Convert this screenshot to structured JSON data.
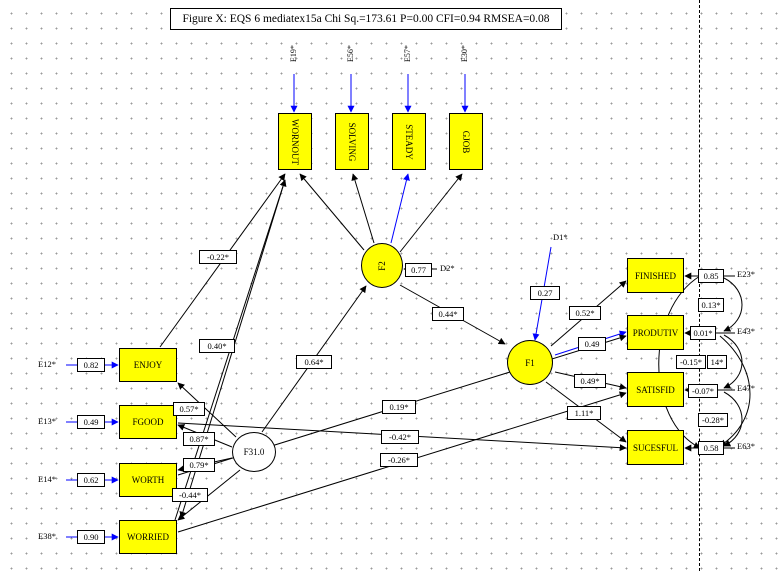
{
  "title": "Figure X: EQS 6 mediatex15a Chi Sq.=173.61 P=0.00 CFI=0.94 RMSEA=0.08",
  "colors": {
    "node_fill": "#ffff00",
    "error_arrow": "#0000ff",
    "path": "#000000"
  },
  "left_vars": [
    {
      "name": "ENJOY",
      "error": "E12*",
      "loading": "0.82"
    },
    {
      "name": "FGOOD",
      "error": "E13*",
      "loading": "0.49"
    },
    {
      "name": "WORTH",
      "error": "E14*",
      "loading": "0.62"
    },
    {
      "name": "WORRIED",
      "error": "E38*",
      "loading": "0.90"
    }
  ],
  "top_vars": [
    {
      "name": "WORNOUT",
      "error": "E19*"
    },
    {
      "name": "SOLVING",
      "error": "E56*"
    },
    {
      "name": "STEADY",
      "error": "E57*"
    },
    {
      "name": "GJOB",
      "error": "E30*"
    }
  ],
  "right_vars": [
    {
      "name": "FINISHED",
      "error": "E23*",
      "loading": "0.85"
    },
    {
      "name": "PRODUTIV",
      "error": "E43*",
      "loading": "0.01*"
    },
    {
      "name": "SATISFID",
      "error": "E47*",
      "loading": "-0.07*"
    },
    {
      "name": "SUCESFUL",
      "error": "E63*",
      "loading": "0.58"
    }
  ],
  "factors": {
    "f2": {
      "name": "F2",
      "disturbance": "D2*",
      "disturbance_value": "0.77"
    },
    "f1": {
      "name": "F1",
      "disturbance": "D1*",
      "disturbance_value": "0.27"
    },
    "f3": {
      "name": "F31.0"
    }
  },
  "paths": {
    "enjoy_wornout": "-0.22*",
    "worried_wornout": "0.40*",
    "f3_f2": "0.64*",
    "f2_f1": "0.44*",
    "f1_finished": "0.52*",
    "f1_produtiv": "0.49",
    "f1_satisfid": "0.49*",
    "f1_sucesful": "1.11*",
    "worth_produtiv": "0.19*",
    "fgood_sucesful": "-0.42*",
    "worried_satisfid": "-0.26*",
    "f3_enjoy": "0.57*",
    "f3_fgood": "0.87*",
    "f3_worth": "0.79*",
    "f3_worried": "-0.44*"
  },
  "right_covariances": [
    "0.13*",
    "-0.15*",
    "14*",
    "-0.28*"
  ]
}
